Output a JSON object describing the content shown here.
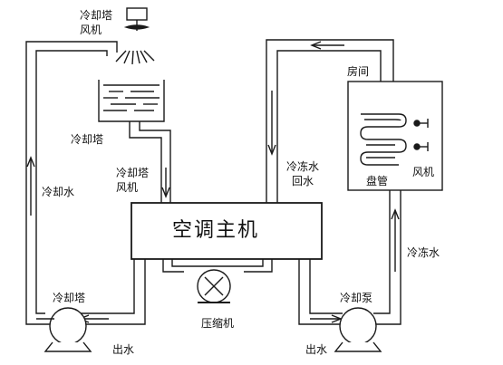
{
  "labels": {
    "tower_fan": [
      "冷却塔",
      "风机"
    ],
    "tower": "冷却塔",
    "tower_fan_side": [
      "冷却塔",
      "风机"
    ],
    "cooling_water": "冷却水",
    "chiller": "空调主机",
    "compressor": "压缩机",
    "chilled_return": [
      "冷冻水",
      "回水"
    ],
    "room": "房间",
    "coil": "盘管",
    "fan": "风机",
    "chilled_water": "冷冻水",
    "tower_pump": "冷却塔",
    "cooling_pump": "冷却泵",
    "outlet_left": "出水",
    "outlet_right": "出水"
  },
  "colors": {
    "line": "#1a1a1a",
    "background": "#ffffff"
  }
}
